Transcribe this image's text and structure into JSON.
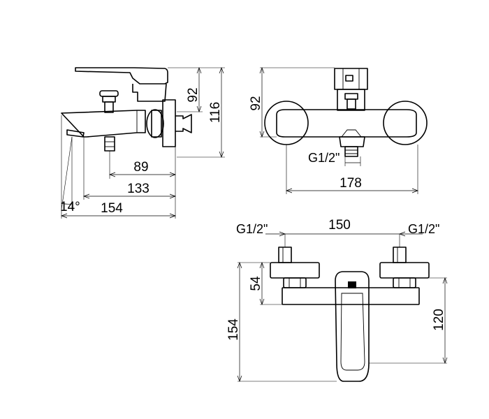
{
  "side_view": {
    "dims": {
      "height_92": "92",
      "height_116": "116",
      "width_89": "89",
      "width_133": "133",
      "width_154": "154",
      "angle": "14°"
    }
  },
  "top_view": {
    "dims": {
      "height_92": "92",
      "thread": "G1/2\"",
      "width_178": "178"
    }
  },
  "front_view": {
    "dims": {
      "thread_left": "G1/2\"",
      "spacing": "150",
      "thread_right": "G1/2\"",
      "height_54": "54",
      "height_154": "154",
      "height_120": "120"
    }
  }
}
